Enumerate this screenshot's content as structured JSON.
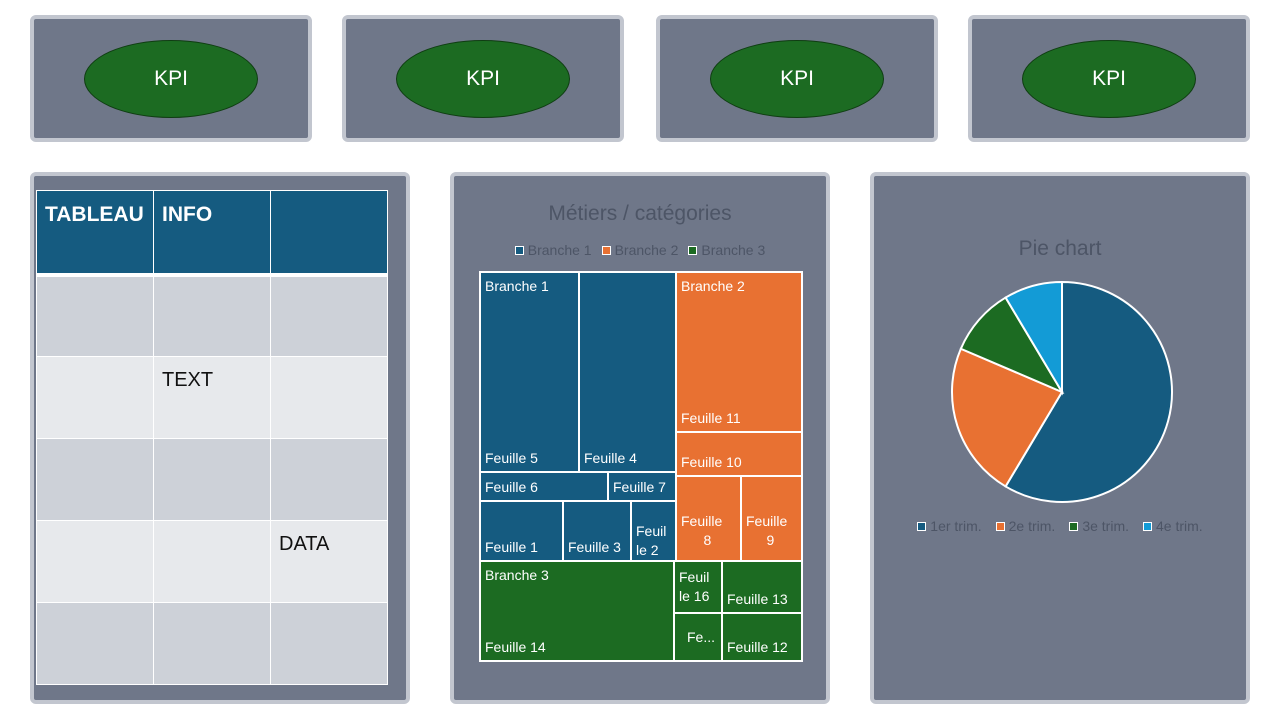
{
  "kpis": [
    {
      "label": "KPI"
    },
    {
      "label": "KPI"
    },
    {
      "label": "KPI"
    },
    {
      "label": "KPI"
    }
  ],
  "table": {
    "header": [
      "TABLEAU",
      "INFO",
      ""
    ],
    "rows": [
      [
        "",
        "",
        ""
      ],
      [
        "",
        "TEXT",
        ""
      ],
      [
        "",
        "",
        ""
      ],
      [
        "",
        "",
        "DATA"
      ],
      [
        "",
        "",
        ""
      ]
    ]
  },
  "colors": {
    "blue": "#155b80",
    "orange": "#e87132",
    "green": "#1c6b22",
    "lightblue": "#139bd6"
  },
  "chart_data": [
    {
      "type": "treemap",
      "title": "Métiers / catégories",
      "legend": [
        {
          "name": "Branche 1",
          "color": "#155b80"
        },
        {
          "name": "Branche 2",
          "color": "#e87132"
        },
        {
          "name": "Branche 3",
          "color": "#1c6b22"
        }
      ],
      "branches": [
        {
          "name": "Branche 1",
          "color": "#155b80",
          "leaves": [
            {
              "name": "Feuille 5",
              "value": 16
            },
            {
              "name": "Feuille 4",
              "value": 16
            },
            {
              "name": "Feuille 6",
              "value": 4
            },
            {
              "name": "Feuille 7",
              "value": 2.2
            },
            {
              "name": "Feuille 1",
              "value": 4.5
            },
            {
              "name": "Feuille 3",
              "value": 3.5
            },
            {
              "name": "Feuil le 2",
              "value": 2.2
            }
          ]
        },
        {
          "name": "Branche 2",
          "color": "#e87132",
          "leaves": [
            {
              "name": "Feuille 11",
              "value": 16
            },
            {
              "name": "Feuille 10",
              "value": 4
            },
            {
              "name": "Feuille 8",
              "value": 5.4
            },
            {
              "name": "Feuille 9",
              "value": 5.1
            }
          ]
        },
        {
          "name": "Branche 3",
          "color": "#1c6b22",
          "leaves": [
            {
              "name": "Feuille 14",
              "value": 16
            },
            {
              "name": "Feuil le 16",
              "value": 2.3
            },
            {
              "name": "Feuille 13",
              "value": 3.8
            },
            {
              "name": "Fe...",
              "value": 2.2
            },
            {
              "name": "Feuille 12",
              "value": 3.6
            }
          ]
        }
      ]
    },
    {
      "type": "pie",
      "title": "Pie chart",
      "series": [
        {
          "name": "1er trim.",
          "value": 8.2,
          "color": "#155b80"
        },
        {
          "name": "2e trim.",
          "value": 3.2,
          "color": "#e87132"
        },
        {
          "name": "3e trim.",
          "value": 1.4,
          "color": "#1c6b22"
        },
        {
          "name": "4e trim.",
          "value": 1.2,
          "color": "#139bd6"
        }
      ]
    }
  ]
}
